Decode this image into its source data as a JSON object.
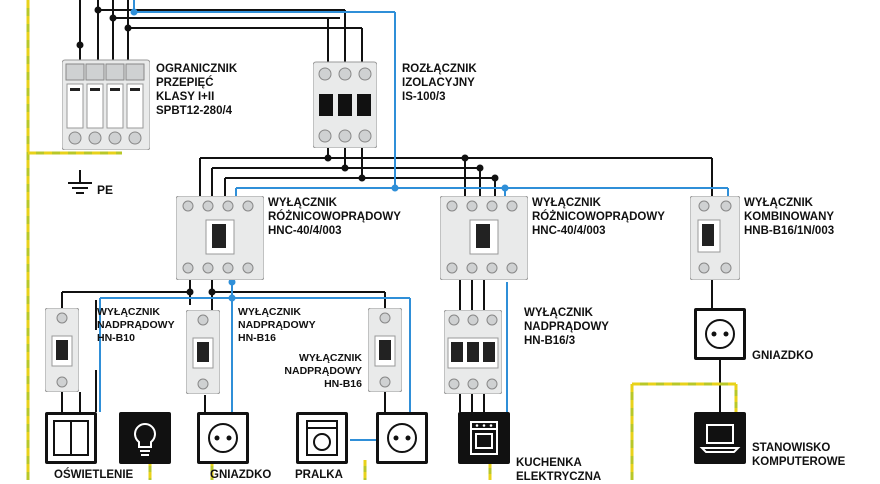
{
  "colors": {
    "blue": "#2f8fd8",
    "ground_green": "#b8c728",
    "ground_yellow": "#e8d21a",
    "wire": "#111111"
  },
  "labels": {
    "spd": "OGRANICZNIK\nPRZEPIĘĆ\nKLASY I+II\nSPBT12-280/4",
    "isolator": "ROZŁĄCZNIK\nIZOLACYJNY\nIS-100/3",
    "pe": "PE",
    "rcd1": "WYŁĄCZNIK\nRÓŻNICOWOPRĄDOWY\nHNC-40/4/003",
    "rcd2": "WYŁĄCZNIK\nRÓŻNICOWOPRĄDOWY\nHNC-40/4/003",
    "rcbo": "WYŁĄCZNIK\nKOMBINOWANY\nHNB-B16/1N/003",
    "mcb_b10": "WYŁĄCZNIK\nNADPRĄDOWY\nHN-B10",
    "mcb_b16a": "WYŁĄCZNIK\nNADPRĄDOWY\nHN-B16",
    "mcb_b16b": "WYŁĄCZNIK\nNADPRĄDOWY\nHN-B16",
    "mcb_b16_3": "WYŁĄCZNIK\nNADPRĄDOWY\nHN-B16/3",
    "socket_rcbo": "GNIAZDKO",
    "workstation": "STANOWISKO\nKOMPUTEROWE",
    "lighting": "OŚWIETLENIE",
    "socket_b16": "GNIAZDKO",
    "washer": "PRALKA",
    "cooker": "KUCHENKA\nELEKTRYCZNA"
  },
  "icons": [
    "light-switch-icon",
    "bulb-icon",
    "socket-icon",
    "washing-machine-icon",
    "stove-icon",
    "laptop-icon"
  ]
}
